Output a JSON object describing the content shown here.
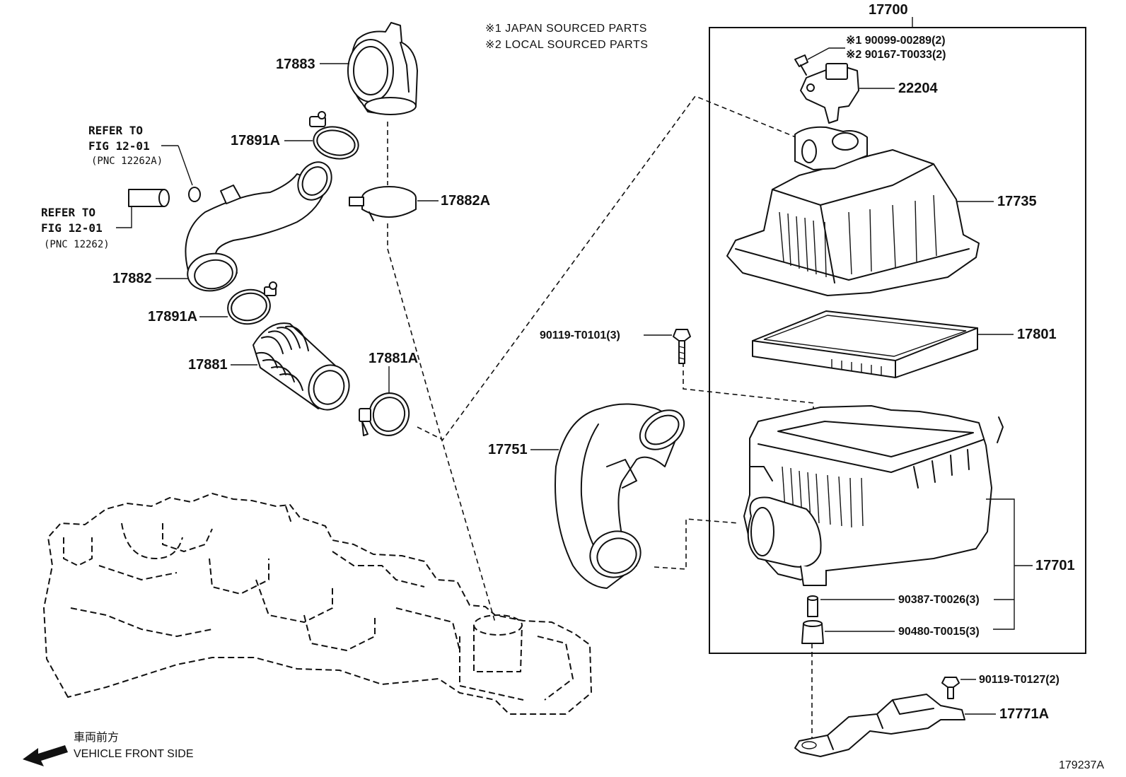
{
  "notes": {
    "japan": "※1 JAPAN SOURCED PARTS",
    "local": "※2 LOCAL SOURCED PARTS"
  },
  "callouts": {
    "p17700": "17700",
    "p17883": "17883",
    "p17891A_upper": "17891A",
    "p17882A": "17882A",
    "p17882": "17882",
    "p17891A_lower": "17891A",
    "p17881": "17881",
    "p17881A": "17881A",
    "p17751": "17751",
    "p22204": "22204",
    "p17735": "17735",
    "p17801": "17801",
    "p17701": "17701",
    "p17771A": "17771A",
    "bolt_sensor_1": "※1 90099-00289(2)",
    "bolt_sensor_2": "※2 90167-T0033(2)",
    "bolt_90119_T0101": "90119-T0101(3)",
    "grommet_90387": "90387-T0026(3)",
    "cushion_90480": "90480-T0015(3)",
    "bolt_90119_T0127": "90119-T0127(2)"
  },
  "refs": {
    "ref_a": {
      "line1": "REFER TO",
      "line2": "FIG 12-01",
      "line3": "(PNC 12262A)"
    },
    "ref_b": {
      "line1": "REFER TO",
      "line2": "FIG 12-01",
      "line3": "(PNC 12262)"
    }
  },
  "orientation": {
    "jp": "車両前方",
    "en": "VEHICLE FRONT SIDE"
  },
  "figure_id": "179237A",
  "colors": {
    "ink": "#111111",
    "paper": "#ffffff"
  }
}
